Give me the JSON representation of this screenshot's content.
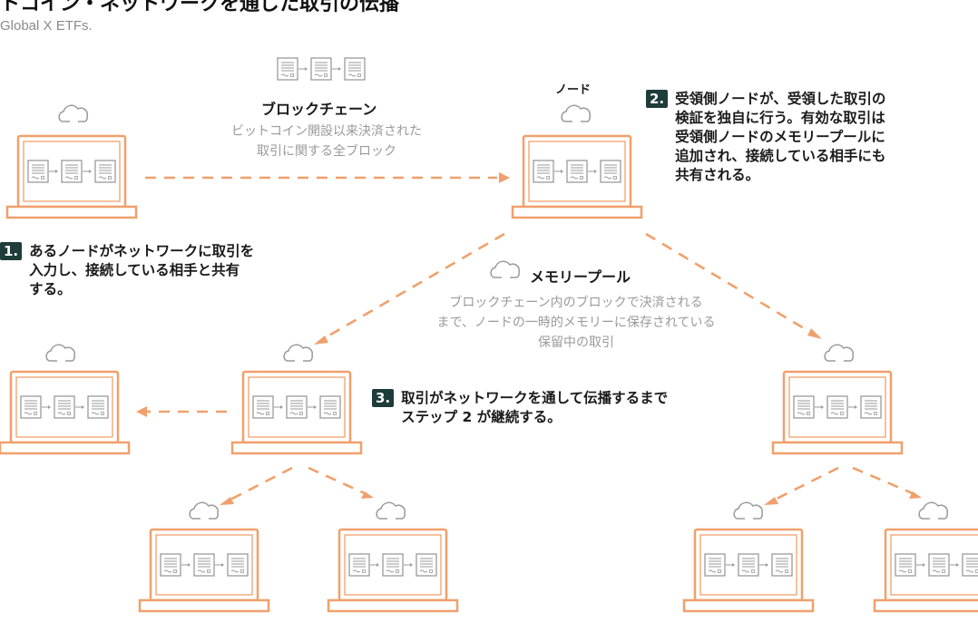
{
  "header": {
    "title": "トコイン・ネットワークを通じた取引の伝播",
    "source": "Global X ETFs."
  },
  "node_label": "ノード",
  "blockchain": {
    "heading": "ブロックチェーン",
    "desc_line1": "ビットコイン開設以来決済された",
    "desc_line2": "取引に関する全ブロック"
  },
  "mempool": {
    "heading": "メモリープール",
    "desc_line1": "ブロックチェーン内のブロックで決済される",
    "desc_line2": "まで、ノードの一時的メモリーに保存されている",
    "desc_line3": "保留中の取引"
  },
  "steps": [
    {
      "num": "1.",
      "line1": "あるノードがネットワークに取引を",
      "line2": "入力し、接続している相手と共有",
      "line3": "する。"
    },
    {
      "num": "2.",
      "line1": "受領側ノードが、受領した取引の",
      "line2": "検証を独自に行う。有効な取引は",
      "line3": "受領側ノードのメモリープールに",
      "line4": "追加され、接続している相手にも",
      "line5": "共有される。"
    },
    {
      "num": "3.",
      "line1": "取引がネットワークを通して伝播するまで",
      "line2": "ステップ 2 が継続する。"
    }
  ],
  "colors": {
    "orange": "#f0a06c",
    "dark_badge": "#1d3c3a",
    "gray_icon": "#9a9a9a"
  }
}
